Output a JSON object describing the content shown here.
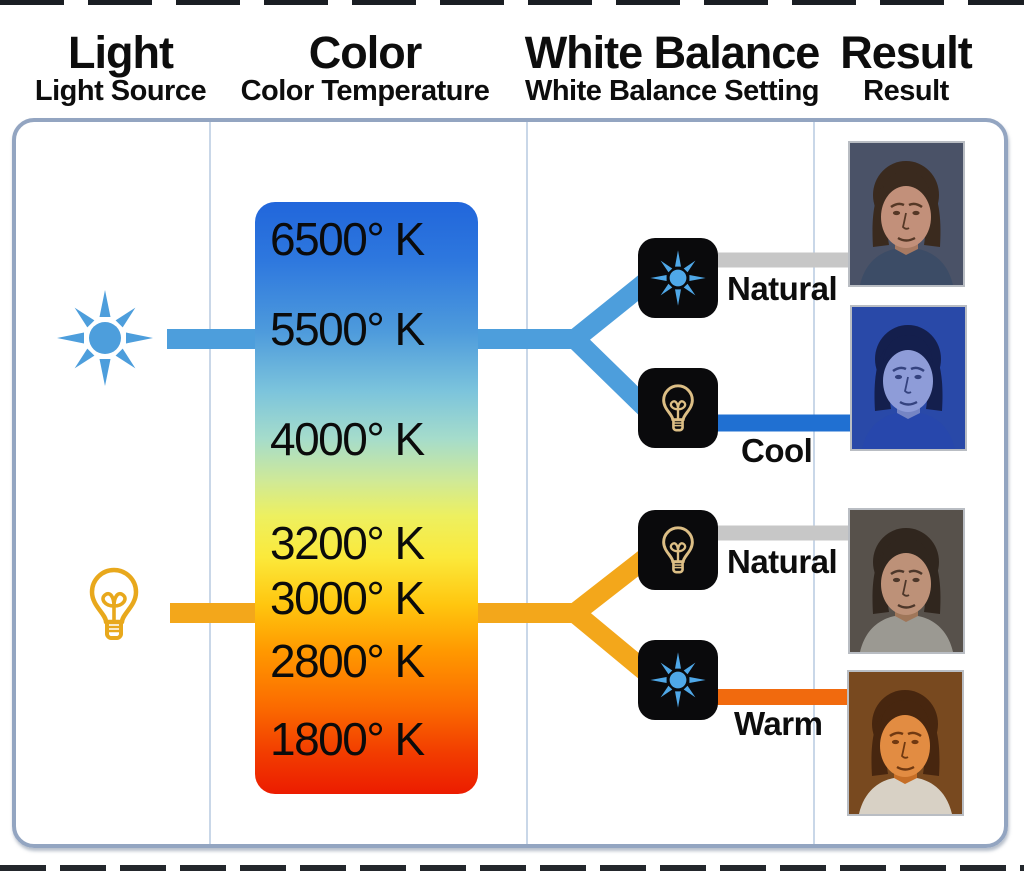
{
  "header": {
    "columns": [
      {
        "title": "Light",
        "subtitle": "Light Source"
      },
      {
        "title": "Color",
        "subtitle": "Color Temperature"
      },
      {
        "title": "White Balance",
        "subtitle": "White Balance Setting"
      },
      {
        "title": "Result",
        "subtitle": "Result"
      }
    ]
  },
  "color_temperature": {
    "scale": [
      "6500° K",
      "5500° K",
      "4000° K",
      "3200° K",
      "3000° K",
      "2800° K",
      "1800° K"
    ],
    "gradient_css": "linear-gradient(180deg,#2166db 0%,#2e78de 10%,#4e9bdc 22%,#7cc4dc 32%,#a5dccb 40%,#cfe998 47%,#edf060 53%,#fbe93b 60%,#ffc60f 68%,#ff9800 76%,#fb6c00 85%,#f23d00 93%,#ec1c00 100%)"
  },
  "flows": [
    {
      "source": "daylight",
      "source_icon": "sun",
      "icon_color": "#4d9edc",
      "wire_color": "#4d9edc",
      "branches": [
        {
          "setting_icon": "sun",
          "icon_color": "#4fa8e8",
          "label": "Natural",
          "wire_color": "#c7c7c7"
        },
        {
          "setting_icon": "bulb",
          "icon_color": "#dcbe85",
          "label": "Cool",
          "wire_color": "#2070d2"
        }
      ]
    },
    {
      "source": "tungsten-bulb",
      "source_icon": "bulb",
      "icon_color": "#e8a81c",
      "wire_color": "#f3a71b",
      "branches": [
        {
          "setting_icon": "bulb",
          "icon_color": "#dcbe85",
          "label": "Natural",
          "wire_color": "#c7c7c7"
        },
        {
          "setting_icon": "sun",
          "icon_color": "#4fa8e8",
          "label": "Warm",
          "wire_color": "#f16a0e"
        }
      ]
    }
  ],
  "results": [
    {
      "description": "Portrait with natural colors",
      "palette": {
        "bg": "#4a5267",
        "hair": "#3a2a1e",
        "skin": "#c2907a",
        "skin_shadow": "#a87a62",
        "shirt": "#3c4c66",
        "features": "#553826"
      }
    },
    {
      "description": "Portrait with strong blue cast",
      "palette": {
        "bg": "#2949a8",
        "hair": "#141f4d",
        "skin": "#8e9cd8",
        "skin_shadow": "#7585c4",
        "shirt": "#2747ac",
        "features": "#35437f"
      }
    },
    {
      "description": "Portrait with neutral colors",
      "palette": {
        "bg": "#57514b",
        "hair": "#30261e",
        "skin": "#bd9178",
        "skin_shadow": "#9f7659",
        "shirt": "#9b9992",
        "features": "#4d372a"
      }
    },
    {
      "description": "Portrait with warm orange cast",
      "palette": {
        "bg": "#78491f",
        "hair": "#47260f",
        "skin": "#e28c42",
        "skin_shadow": "#c66e26",
        "shirt": "#d8d1c5",
        "features": "#703911"
      }
    }
  ]
}
